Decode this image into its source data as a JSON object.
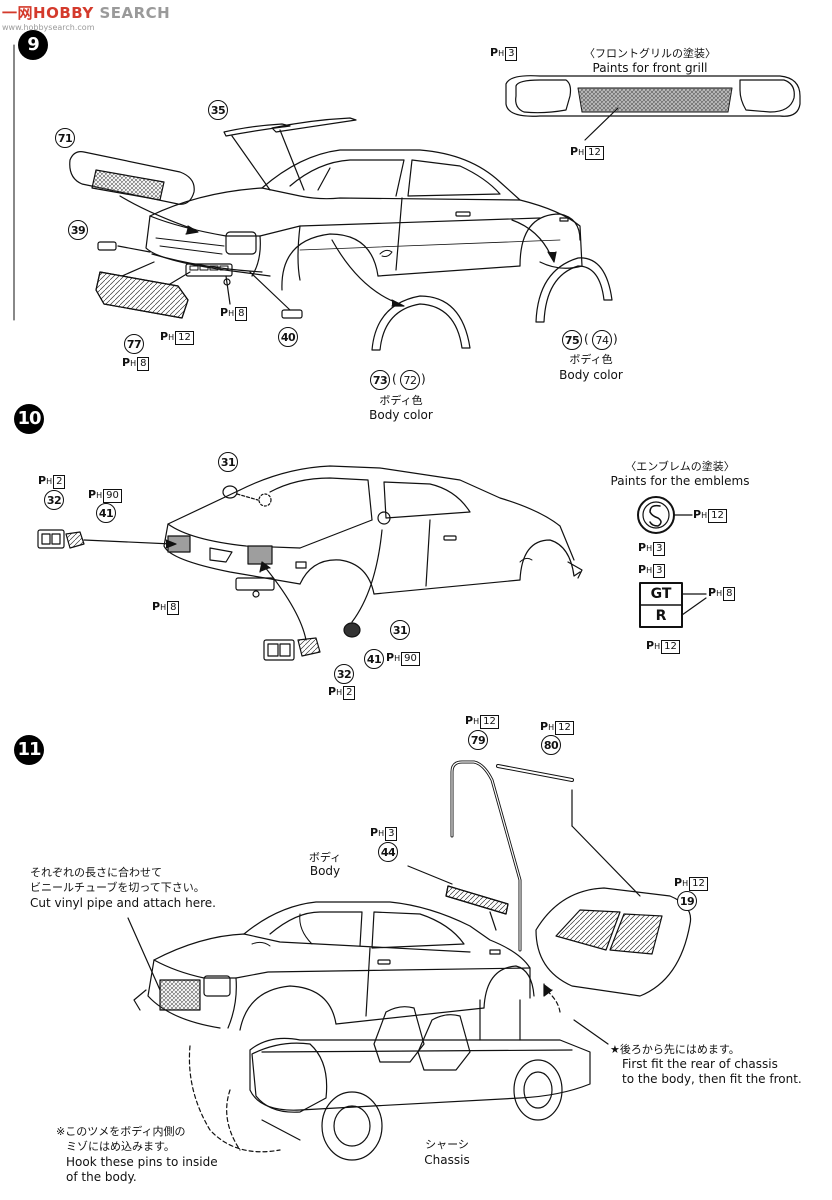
{
  "watermark": {
    "brand_left": "HOBBY",
    "brand_right": "SEARCH",
    "cn_mark": "一网",
    "url": "www.hobbysearch.com"
  },
  "steps": [
    "9",
    "10",
    "11"
  ],
  "step9": {
    "grill_title_jp": "〈フロントグリルの塗装〉",
    "grill_title_en": "Paints for front grill",
    "paint_grill_top": "3",
    "paint_grill_bottom": "12",
    "paint_lamp": "8",
    "paint_mesh_side": "12",
    "paint_mesh_bottom": "8",
    "parts": [
      "35",
      "71",
      "39",
      "77",
      "40"
    ],
    "flare_front": {
      "part": "73",
      "alt": "72",
      "jp": "ボディ色",
      "en": "Body color"
    },
    "flare_rear": {
      "part": "75",
      "alt": "74",
      "jp": "ボディ色",
      "en": "Body color"
    }
  },
  "step10": {
    "emblem_title_jp": "〈エンブレムの塗装〉",
    "emblem_title_en": "Paints for the emblems",
    "parts": {
      "cap_top": "31",
      "light_l": "32",
      "lens_l": "41",
      "cap_bottom": "31",
      "light_r": "32",
      "lens_r": "41"
    },
    "paint_light_l": "2",
    "paint_lens_l": "90",
    "paint_panel": "8",
    "paint_lens_r": "90",
    "paint_light_r": "2",
    "emblem_paints": {
      "badge_rim": "12",
      "badge_core": "3",
      "gtr_top": "3",
      "gtr_side": "8",
      "gtr_bottom": "12"
    },
    "gt_text": "GT",
    "r_text": "R"
  },
  "step11": {
    "paint_79": "12",
    "part_79": "79",
    "paint_80": "12",
    "part_80": "80",
    "paint_44": "3",
    "part_44": "44",
    "paint_19": "12",
    "part_19": "19",
    "body_jp": "ボディ",
    "body_en": "Body",
    "vinyl_jp1": "それぞれの長さに合わせて",
    "vinyl_jp2": "ビニールチューブを切って下さい。",
    "vinyl_en": "Cut vinyl pipe and attach here.",
    "fit_jp": "★後ろから先にはめます。",
    "fit_en1": "First fit the rear of chassis",
    "fit_en2": "to the body, then fit the front.",
    "pins_jp1": "※このツメをボディ内側の",
    "pins_jp2": "ミゾにはめ込みます。",
    "pins_en1": "Hook these pins to inside",
    "pins_en2": "of the body.",
    "chassis_jp": "シャーシ",
    "chassis_en": "Chassis"
  }
}
